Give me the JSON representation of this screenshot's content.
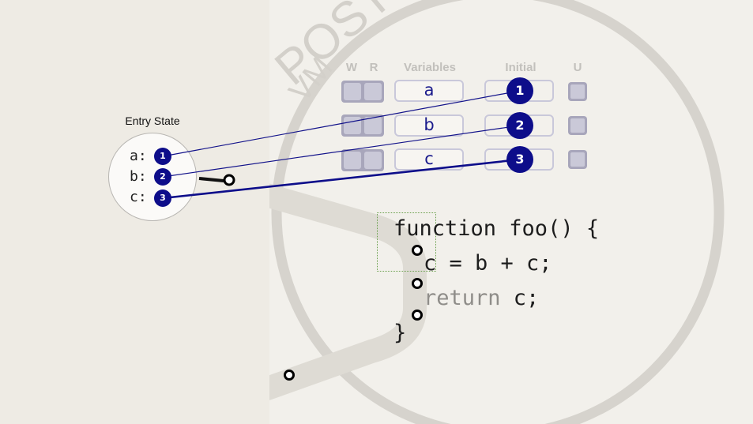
{
  "watermark": {
    "ring_text": "POST",
    "inner_text": "VM"
  },
  "table": {
    "headers": {
      "write": "W",
      "read": "R",
      "variables": "Variables",
      "initial": "Initial",
      "used": "U"
    },
    "rows": [
      {
        "variable": "a",
        "initial_value": "1"
      },
      {
        "variable": "b",
        "initial_value": "2"
      },
      {
        "variable": "c",
        "initial_value": "3"
      }
    ]
  },
  "entry_state": {
    "title": "Entry State",
    "items": [
      {
        "label": "a:",
        "value": "1"
      },
      {
        "label": "b:",
        "value": "2"
      },
      {
        "label": "c:",
        "value": "3"
      }
    ]
  },
  "code": {
    "lines": [
      "function foo() {",
      "c = b + c;",
      "return c;",
      "}"
    ],
    "return_keyword": "return",
    "return_rest": " c;"
  },
  "colors": {
    "accent": "#0d0d8a",
    "background": "#eeebe4",
    "watermark": "#d3d0ca",
    "selection": "#6aa04d"
  }
}
